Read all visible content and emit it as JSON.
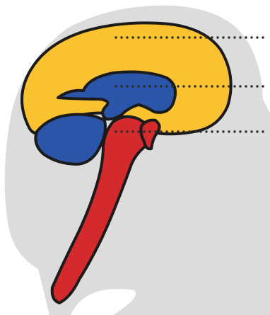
{
  "diagram": {
    "colors": {
      "background": "#ffffff",
      "head": "#dcdcdd",
      "cerebrum": "#f9c22e",
      "diencephalon_cerebellum": "#2a55a9",
      "brainstem_spinal_cord": "#d42a2e",
      "outline": "#1b1b1b",
      "leader_dots": "#2b2b2b"
    },
    "regions": [
      {
        "id": "cerebrum",
        "color_key": "cerebrum",
        "label": ""
      },
      {
        "id": "diencephalon-cerebellum",
        "color_key": "diencephalon_cerebellum",
        "label": ""
      },
      {
        "id": "brainstem-spinal-cord",
        "color_key": "brainstem_spinal_cord",
        "label": ""
      }
    ],
    "leader_lines": [
      {
        "target": "cerebrum",
        "style": "dotted"
      },
      {
        "target": "diencephalon-cerebellum",
        "style": "dotted"
      },
      {
        "target": "brainstem-spinal-cord",
        "style": "dotted"
      }
    ]
  }
}
